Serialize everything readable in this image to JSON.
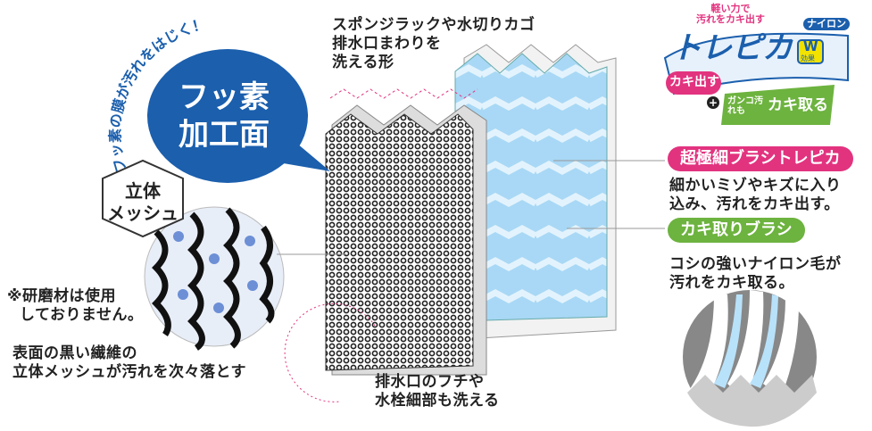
{
  "bubble": {
    "arc_text": "フッ素の膜が汚れをはじく！",
    "line1": "フッ素",
    "line2": "加工面"
  },
  "top_caption": [
    "スポンジラックや水切りカゴ",
    "排水口まわりを",
    "洗える形"
  ],
  "logo": {
    "tagline1": "軽い力で",
    "tagline2": "汚れをカキ出す",
    "name": "トレピカ",
    "nylon": "ナイロン",
    "w": "W",
    "effect": "効果",
    "kakidasu": "カキ出す",
    "plus": "+",
    "gankou": "ガンコ汚れも",
    "kakitoru": "カキ取る"
  },
  "features": [
    {
      "badge": "超極細ブラシトレピカ",
      "color": "#e2337f",
      "desc": [
        "細かいミゾやキズに入り",
        "込み、汚れをカキ出す。"
      ]
    },
    {
      "badge": "カキ取りブラシ",
      "color": "#6db33f",
      "desc": [
        "コシの強いナイロン毛が",
        "汚れをカキ取る。"
      ]
    }
  ],
  "mesh": {
    "label1": "立体",
    "label2": "メッシュ"
  },
  "note": [
    "※研磨材は使用",
    "しておりません。"
  ],
  "mesh_desc": [
    "表面の黒い繊維の",
    "立体メッシュが汚れを次々落とす"
  ],
  "bottom_caption": [
    "排水口のフチや",
    "水栓細部も洗える"
  ],
  "colors": {
    "blue": "#1b5fad",
    "pink": "#e2337f",
    "green": "#6db33f",
    "sponge": "#a8d8f5"
  }
}
